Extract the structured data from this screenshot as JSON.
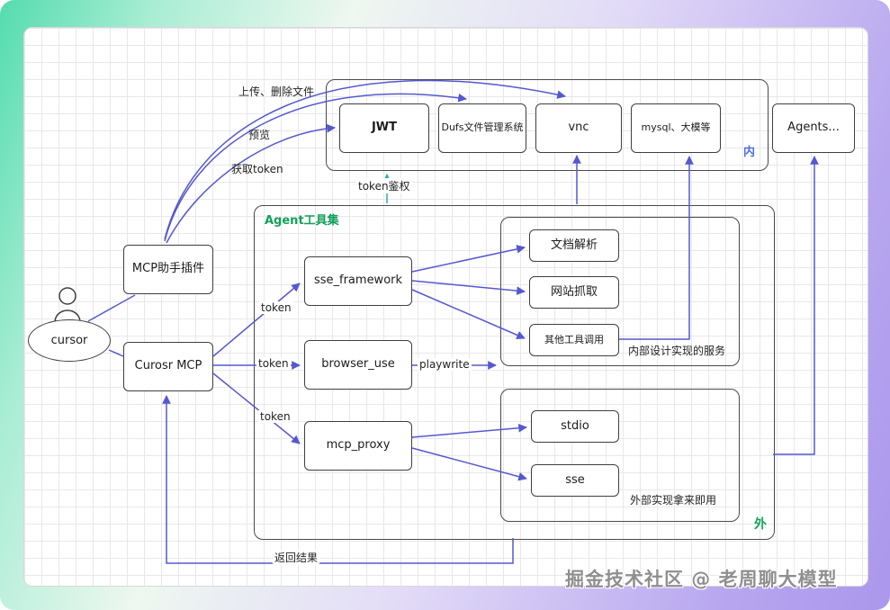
{
  "watermark": "掘金技术社区 @ 老周聊大模型",
  "nodes": {
    "jwt": "JWT",
    "dufs": "Dufs文件管理系统",
    "vnc": "vnc",
    "mysql": "mysql、大模等",
    "agents": "Agents...",
    "mcp_plugin": "MCP助手插件",
    "cursor_mcp": "Curosr MCP",
    "cursor": "cursor",
    "sse_framework": "sse_framework",
    "browser_use": "browser_use",
    "mcp_proxy": "mcp_proxy",
    "doc_parse": "文档解析",
    "web_scrape": "网站抓取",
    "other_tools": "其他工具调用",
    "stdio": "stdio",
    "sse": "sse"
  },
  "groups": {
    "inner_zone": "内",
    "outer_zone": "外",
    "agent_toolkit": "Agent工具集",
    "internal_services": "内部设计实现的服务",
    "external_ready": "外部实现拿来即用"
  },
  "edge_labels": {
    "upload_delete": "上传、删除文件",
    "preview": "预览",
    "get_token": "获取token",
    "token_auth": "token鉴权",
    "token": "token",
    "playwrite": "playwrite",
    "return_result": "返回结果"
  },
  "colors": {
    "arrow": "#5558cf",
    "token_auth_arrow": "#2aae9e",
    "inner_zone_label": "#4a6fe0",
    "green_label": "#12a05a"
  }
}
